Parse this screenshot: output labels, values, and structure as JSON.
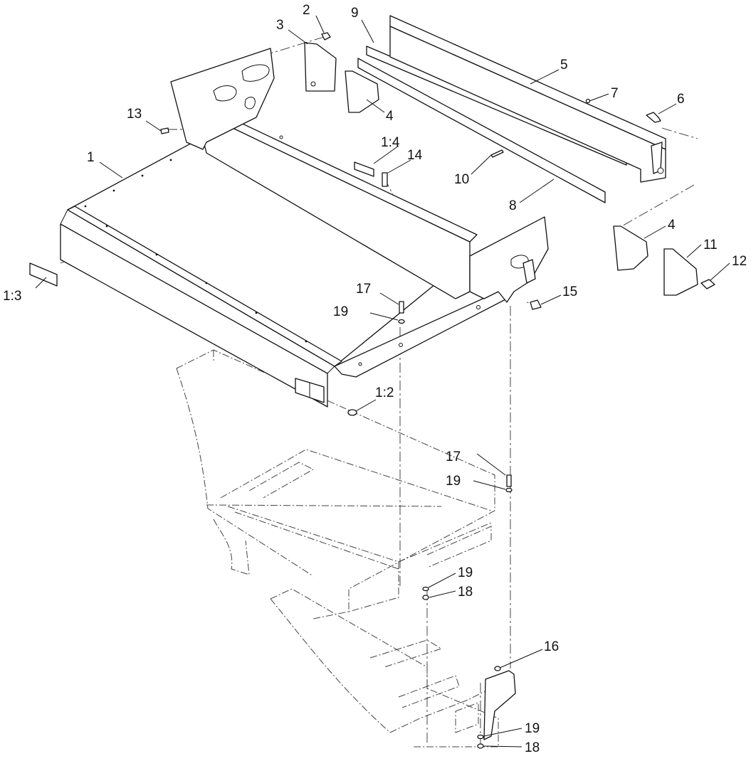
{
  "diagram": {
    "callouts": [
      {
        "id": "c1",
        "text": "1"
      },
      {
        "id": "c2",
        "text": "2"
      },
      {
        "id": "c3",
        "text": "3"
      },
      {
        "id": "c4a",
        "text": "4"
      },
      {
        "id": "c4b",
        "text": "4"
      },
      {
        "id": "c5",
        "text": "5"
      },
      {
        "id": "c6",
        "text": "6"
      },
      {
        "id": "c7",
        "text": "7"
      },
      {
        "id": "c8",
        "text": "8"
      },
      {
        "id": "c9",
        "text": "9"
      },
      {
        "id": "c10",
        "text": "10"
      },
      {
        "id": "c11",
        "text": "11"
      },
      {
        "id": "c12",
        "text": "12"
      },
      {
        "id": "c13",
        "text": "13"
      },
      {
        "id": "c14",
        "text": "14"
      },
      {
        "id": "c15",
        "text": "15"
      },
      {
        "id": "c16",
        "text": "16"
      },
      {
        "id": "c17a",
        "text": "17"
      },
      {
        "id": "c17b",
        "text": "17"
      },
      {
        "id": "c18a",
        "text": "18"
      },
      {
        "id": "c18b",
        "text": "18"
      },
      {
        "id": "c19a",
        "text": "19"
      },
      {
        "id": "c19b",
        "text": "19"
      },
      {
        "id": "c19c",
        "text": "19"
      },
      {
        "id": "c19d",
        "text": "19"
      },
      {
        "id": "c1_2",
        "text": "1:2"
      },
      {
        "id": "c1_3",
        "text": "1:3"
      },
      {
        "id": "c1_4",
        "text": "1:4"
      }
    ]
  }
}
